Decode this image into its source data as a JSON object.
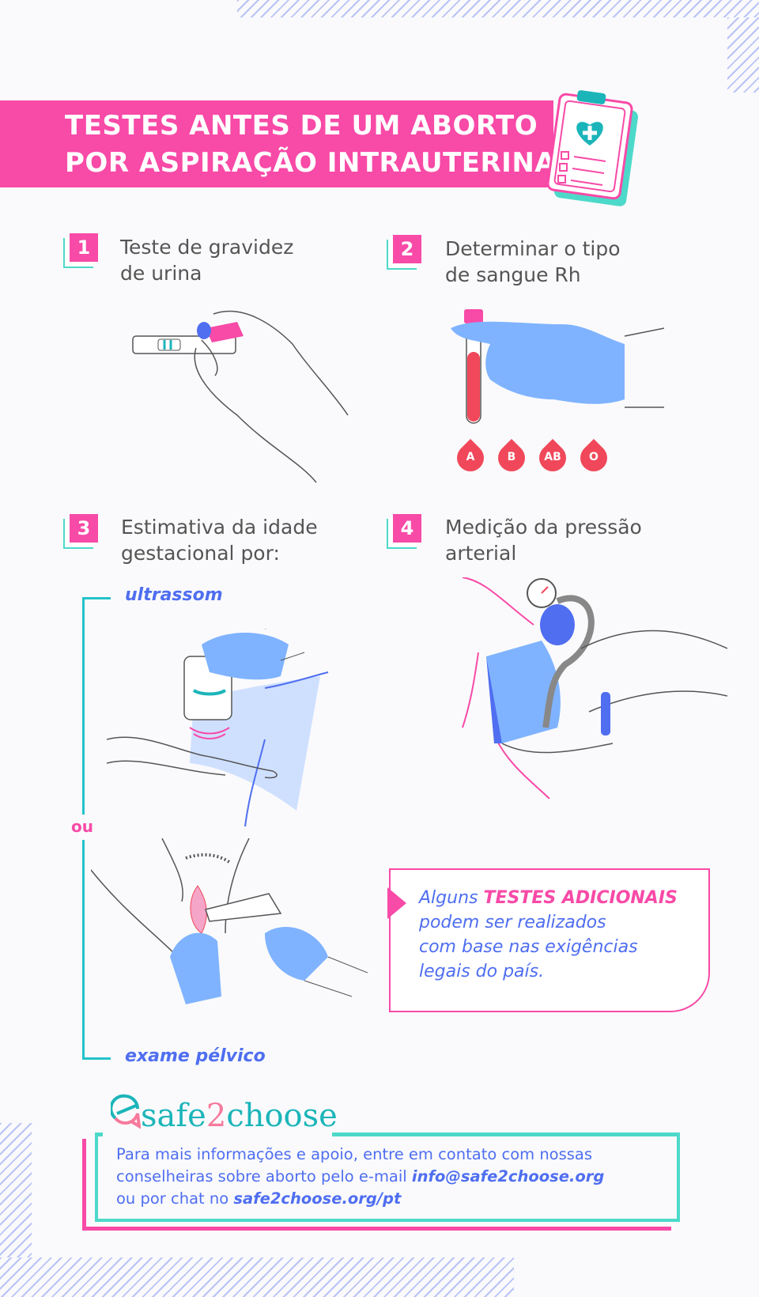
{
  "title": {
    "line1": "TESTES ANTES DE UM ABORTO",
    "line2": "POR ASPIRAÇÃO INTRAUTERINA"
  },
  "steps": [
    {
      "number": "1",
      "line1": "Teste de gravidez",
      "line2": "de urina"
    },
    {
      "number": "2",
      "line1": "Determinar o tipo",
      "line2": "de sangue Rh"
    },
    {
      "number": "3",
      "line1": "Estimativa da idade",
      "line2": "gestacional por:"
    },
    {
      "number": "4",
      "line1": "Medição da pressão",
      "line2": "arterial"
    }
  ],
  "blood_types": [
    "A",
    "B",
    "AB",
    "O"
  ],
  "methods": {
    "first": "ultrassom",
    "or": "ou",
    "second": "exame pélvico"
  },
  "note": {
    "part1": "Alguns ",
    "highlight": "TESTES ADICIONAIS",
    "line2": "podem ser realizados",
    "line3": "com base nas exigências",
    "line4": "legais do país."
  },
  "footer": {
    "brand": {
      "a": "safe",
      "b": "2",
      "c": "choose"
    },
    "line1": "Para mais informações e apoio, entre em contato com nossas",
    "line2": "conselheiras sobre aborto pelo e-mail ",
    "email": "info@safe2choose.org",
    "line3": "ou por chat no ",
    "url": "safe2choose.org/pt"
  },
  "colors": {
    "pink": "#f84aa7",
    "teal": "#4dd9c9",
    "blue": "#4f6ef0",
    "glove": "#7fb3ff",
    "blood": "#f0485a"
  }
}
